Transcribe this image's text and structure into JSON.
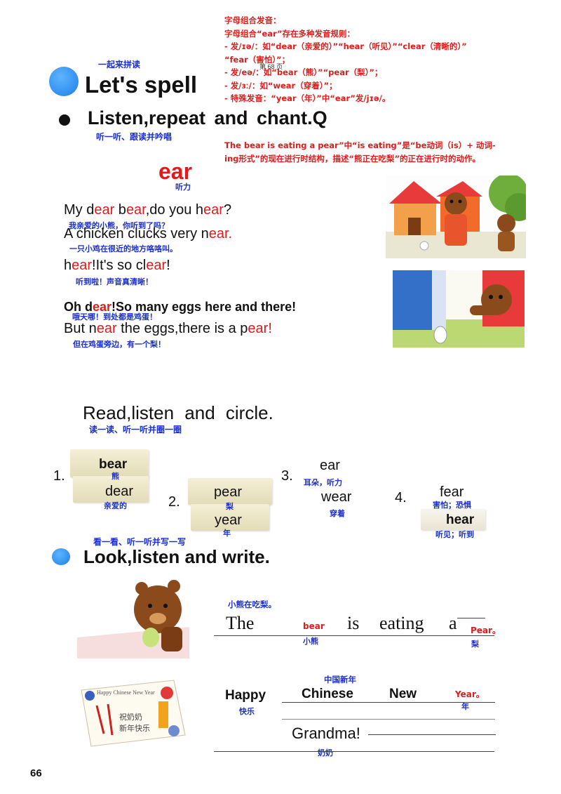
{
  "notes": {
    "phonics": [
      "字母组合发音：",
      "字母组合“ear”存在多种发音规则：",
      "- 发/ɪə/：如“dear（亲爱的）”“hear（听见）”“clear（清晰的）”",
      "“fear（害怕）”；",
      "- 发/eə/：如“bear（熊）”“pear（梨）”；",
      "- 发/ɜː/：如“wear（穿着）”；",
      "- 特殊发音：“year（年）”中“ear”发/jɪə/。"
    ],
    "grammar": [
      "The bear is eating a pear”中“is eating”是“be动词（is）+ 动词-",
      "ing形式”的现在进行时结构，描述“熊正在吃梨”的正在进行时的动作。"
    ],
    "page_ref": "第 68 页"
  },
  "lets_spell": {
    "cn": "一起来拼读",
    "title": "Let's spell"
  },
  "listen": {
    "title": "Listen,repeat and chant.Q",
    "cn": "听一听、跟读并吟唱"
  },
  "ear_word": {
    "word": "ear",
    "cn": "听力"
  },
  "chant": [
    {
      "parts": [
        [
          "My d",
          0
        ],
        [
          "ear",
          1
        ],
        [
          " b",
          0
        ],
        [
          "ear",
          1
        ],
        [
          ",do you h",
          0
        ],
        [
          "ear",
          1
        ],
        [
          "?",
          0
        ]
      ],
      "cn": "我亲爱的小熊，你听到了吗？"
    },
    {
      "parts": [
        [
          "A chicken clucks very n",
          0
        ],
        [
          "ear.",
          1
        ]
      ],
      "cn": "一只小鸡在很近的地方咯咯叫。"
    },
    {
      "parts": [
        [
          "h",
          0
        ],
        [
          "ear",
          1
        ],
        [
          "!It's so cl",
          0
        ],
        [
          "ear",
          1
        ],
        [
          "!",
          0
        ]
      ],
      "cn": "听到啦！声音真清晰！"
    },
    {
      "parts": [
        [
          "Oh d",
          0
        ],
        [
          "ear",
          1
        ],
        [
          "!So many eggs here and there!",
          0
        ]
      ],
      "cn": "哦天哪！到处都是鸡蛋！"
    },
    {
      "parts": [
        [
          "But n",
          0
        ],
        [
          "ear",
          1
        ],
        [
          " the eggs,there is a p",
          0
        ],
        [
          "ear!",
          1
        ]
      ],
      "cn": "但在鸡蛋旁边，有一个梨！"
    }
  ],
  "read": {
    "title": "Read,listen and circle.",
    "cn": "读一读、听一听并圈一圈",
    "items": [
      {
        "num": "1.",
        "w1": "bear",
        "c1": "熊",
        "w2": "dear",
        "c2": "亲爱的"
      },
      {
        "num": "2.",
        "w1": "pear",
        "c1": "梨",
        "w2": "year",
        "c2": "年"
      },
      {
        "num": "3.",
        "w1": "ear",
        "c1": "耳朵，听力",
        "w2": "wear",
        "c2": "穿着"
      },
      {
        "num": "4.",
        "w1": "fear",
        "c1": "害怕；恐惧",
        "w2": "hear",
        "c2": "听见；听到"
      }
    ]
  },
  "look": {
    "cn": "看一看、听一听并写一写",
    "title": "Look,listen and write.",
    "s1": {
      "cn": "小熊在吃梨。",
      "the": "The",
      "bear": "bear",
      "bear_cn": "小熊",
      "is": "is",
      "eating": "eating",
      "a": "a",
      "pear": "Pear。",
      "pear_cn": "梨"
    },
    "s2": {
      "happy": "Happy",
      "happy_cn": "快乐",
      "cny_cn": "中国新年",
      "chinese": "Chinese",
      "new": "New",
      "year": "Year。",
      "year_cn": "年",
      "grandma": "Grandma!",
      "grandma_cn": "奶奶"
    }
  },
  "card_text": {
    "line1": "Happy Chinese New Year",
    "line2": "祝奶奶",
    "line3": "新年快乐"
  },
  "page_number": "66"
}
